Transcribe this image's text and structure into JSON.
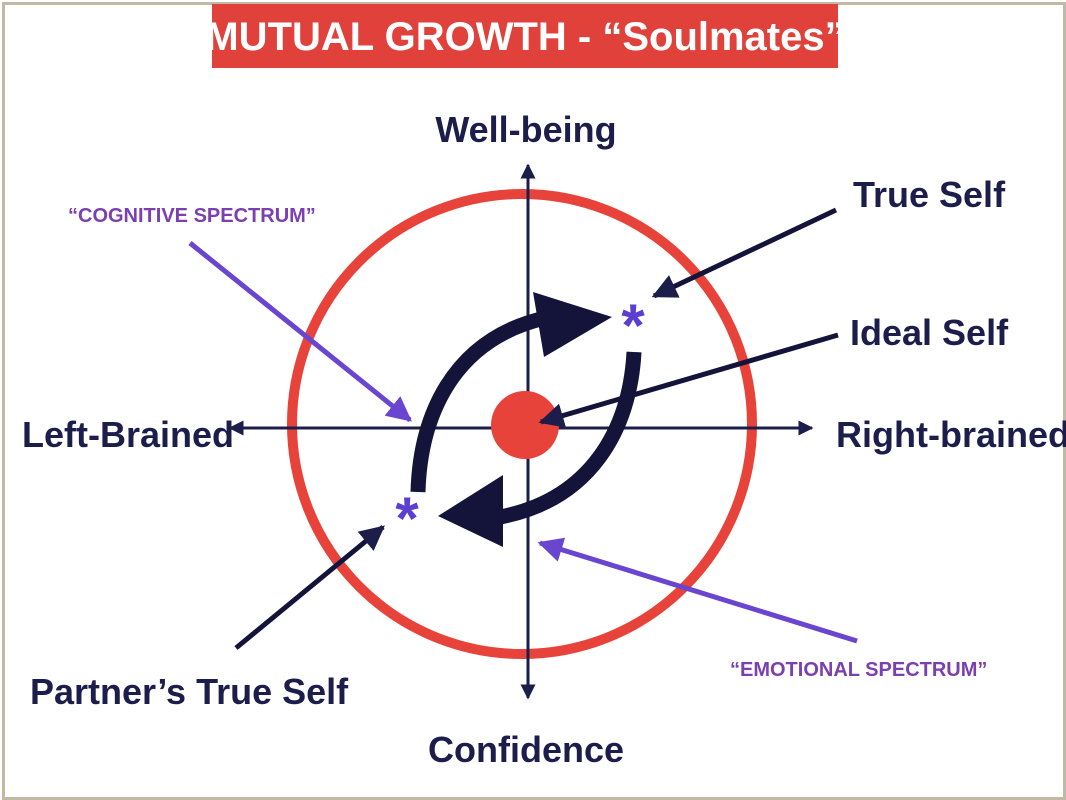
{
  "title": "MUTUAL GROWTH - “Soulmates”",
  "axes": {
    "top": "Well-being",
    "bottom": "Confidence",
    "left": "Left-Brained",
    "right": "Right-brained"
  },
  "labels": {
    "true_self": "True Self",
    "ideal_self": "Ideal Self",
    "partners_true_self": "Partner’s True Self",
    "cognitive_spectrum": "“COGNITIVE SPECTRUM”",
    "emotional_spectrum": "“EMOTIONAL SPECTRUM”"
  },
  "markers": {
    "star": "*"
  },
  "colors": {
    "title_bg": "#e0413b",
    "ring": "#e8433b",
    "axis": "#1c1d4a",
    "text_navy": "#1c1d4a",
    "text_purple": "#7b3fb0",
    "pointer_purple": "#6a46d0",
    "star": "#5b3fd0"
  }
}
